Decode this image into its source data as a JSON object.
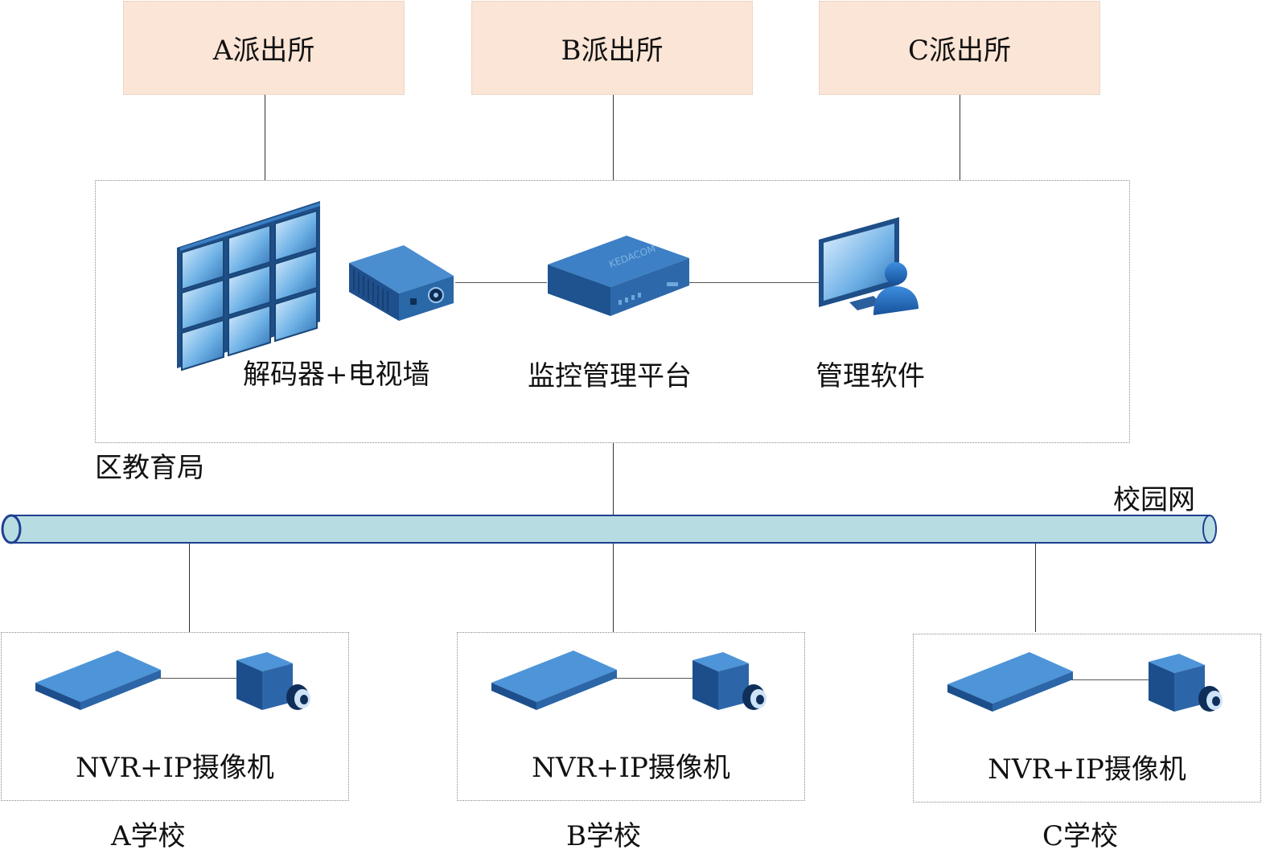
{
  "police_stations": [
    {
      "label": "A派出所"
    },
    {
      "label": "B派出所"
    },
    {
      "label": "C派出所"
    }
  ],
  "bureau": {
    "name": "区教育局",
    "devices": [
      {
        "label": "解码器+电视墙",
        "icon": "video-wall-decoder-icon"
      },
      {
        "label": "监控管理平台",
        "icon": "management-server-icon"
      },
      {
        "label": "管理软件",
        "icon": "monitor-user-icon"
      }
    ],
    "server_brand": "KEDACOM"
  },
  "network": {
    "label": "校园网"
  },
  "schools": [
    {
      "name": "A学校",
      "devices_label": "NVR+IP摄像机"
    },
    {
      "name": "B学校",
      "devices_label": "NVR+IP摄像机"
    },
    {
      "name": "C学校",
      "devices_label": "NVR+IP摄像机"
    }
  ],
  "colors": {
    "station_fill": "#fbe5d6",
    "network_pipe": "#b7dde3",
    "device_blue": "#2f6fb0"
  }
}
